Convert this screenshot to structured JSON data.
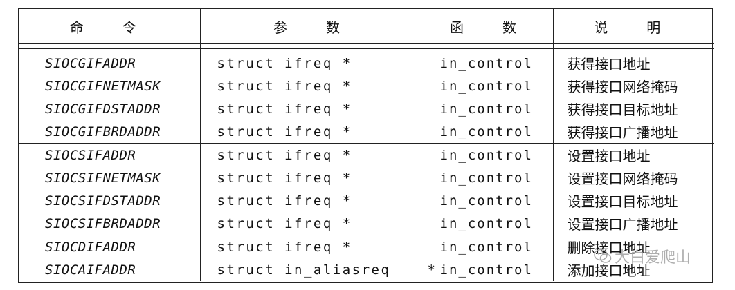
{
  "table": {
    "headers": [
      "命　令",
      "参　数",
      "函　数",
      "说　明"
    ],
    "groups": [
      [
        {
          "cmd": "SIOCGIFADDR",
          "arg": "struct ifreq *",
          "star": "",
          "fn": "in_control",
          "desc": "获得接口地址"
        },
        {
          "cmd": "SIOCGIFNETMASK",
          "arg": "struct ifreq *",
          "star": "",
          "fn": "in_control",
          "desc": "获得接口网络掩码"
        },
        {
          "cmd": "SIOCGIFDSTADDR",
          "arg": "struct ifreq *",
          "star": "",
          "fn": "in_control",
          "desc": "获得接口目标地址"
        },
        {
          "cmd": "SIOCGIFBRDADDR",
          "arg": "struct ifreq *",
          "star": "",
          "fn": "in_control",
          "desc": "获得接口广播地址"
        }
      ],
      [
        {
          "cmd": "SIOCSIFADDR",
          "arg": "struct ifreq *",
          "star": "",
          "fn": "in_control",
          "desc": "设置接口地址"
        },
        {
          "cmd": "SIOCSIFNETMASK",
          "arg": "struct ifreq *",
          "star": "",
          "fn": "in_control",
          "desc": "设置接口网络掩码"
        },
        {
          "cmd": "SIOCSIFDSTADDR",
          "arg": "struct ifreq *",
          "star": "",
          "fn": "in_control",
          "desc": "设置接口目标地址"
        },
        {
          "cmd": "SIOCSIFBRDADDR",
          "arg": "struct ifreq *",
          "star": "",
          "fn": "in_control",
          "desc": "设置接口广播地址"
        }
      ],
      [
        {
          "cmd": "SIOCDIFADDR",
          "arg": "struct ifreq *",
          "star": "",
          "fn": "in_control",
          "desc": "删除接口地址"
        },
        {
          "cmd": "SIOCAIFADDR",
          "arg": "struct in_aliasreq",
          "star": "*",
          "fn": "in_control",
          "desc": "添加接口地址"
        }
      ]
    ]
  },
  "watermark": {
    "icon": "wechat-icon",
    "text": "大白爱爬山"
  }
}
